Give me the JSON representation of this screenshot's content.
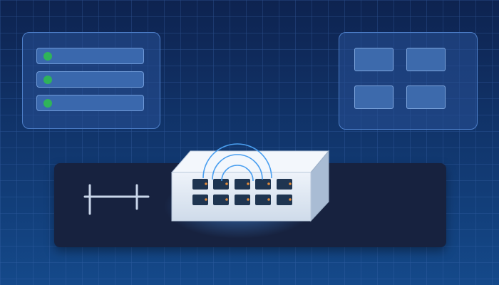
{
  "colors": {
    "background_top": "#0e2350",
    "background_bottom": "#14498a",
    "grid_line": "#3d6ab0",
    "panel_fill": "#1f4488",
    "panel_border": "#4d7fc9",
    "row_fill": "#3a68ad",
    "status_dot": "#2fb35a",
    "dock_fill": "#17223f",
    "switch_body": "#dfe7f2",
    "port_fill": "#1f3551",
    "port_led": "#e08a3a",
    "wifi_arc": "#4a9ff0"
  },
  "icons": {
    "rack_rail": "rack-rail-icon",
    "network_switch": "network-switch-icon",
    "wifi_signal": "wifi-signal-icon"
  },
  "list_panel": {
    "rows": [
      {
        "status": "online"
      },
      {
        "status": "online"
      },
      {
        "status": "online"
      }
    ]
  },
  "tile_panel": {
    "tiles": [
      {
        "id": 1
      },
      {
        "id": 2
      },
      {
        "id": 3
      },
      {
        "id": 4
      }
    ]
  },
  "switch": {
    "port_rows": 2,
    "ports_per_row": 5
  }
}
